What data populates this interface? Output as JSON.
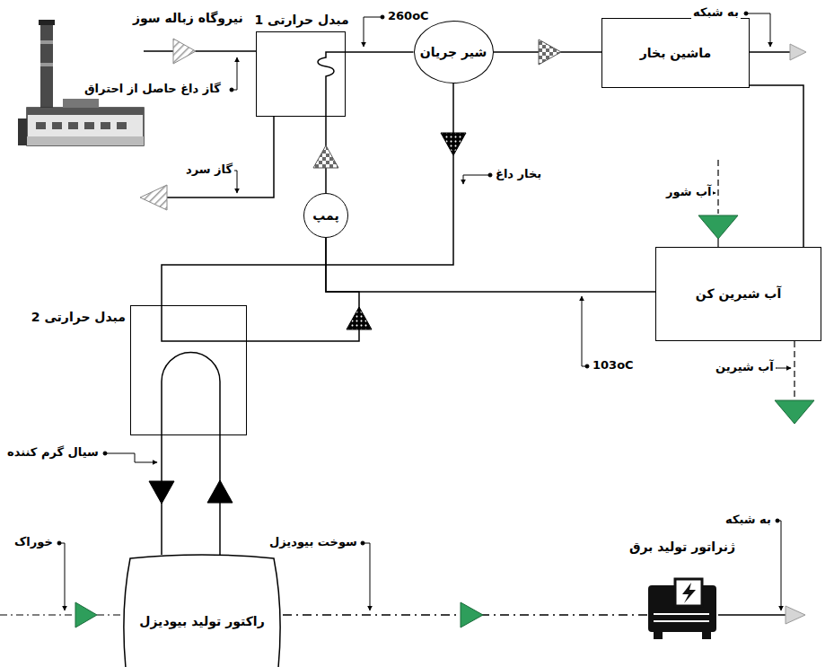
{
  "diagram": {
    "nodes": [
      {
        "text": [
          "نیروگاه زباله سوز"
        ]
      },
      {
        "text": [
          "مبدل حرارتی 1"
        ]
      },
      {
        "text": [
          "شیر جریان"
        ]
      },
      {
        "text": [
          "ماشین بخار"
        ]
      },
      {
        "text": [
          "پمپ"
        ]
      },
      {
        "text": [
          "آب شیرین کن"
        ]
      },
      {
        "text": [
          "مبدل حرارتی 2"
        ]
      },
      {
        "text": [
          "راکتور تولید بیودیزل"
        ]
      },
      {
        "text": [
          "ژنراتور تولید برق"
        ]
      }
    ],
    "edges": [
      {
        "from": 0,
        "to": 1,
        "arrow": "to"
      },
      {
        "from": 1,
        "to": 2,
        "label": "260oC",
        "arrow": "none"
      },
      {
        "from": 2,
        "to": 3,
        "arrow": "to"
      },
      {
        "from": 2,
        "to": 6,
        "label": "بخار داغ",
        "arrow": "to"
      },
      {
        "from": 3,
        "to": 5,
        "arrow": "none"
      },
      {
        "from": 5,
        "to": 4,
        "label": "103oC",
        "arrow": "none"
      },
      {
        "from": 6,
        "to": 4,
        "arrow": "to"
      },
      {
        "from": 4,
        "to": 1,
        "arrow": "to"
      },
      {
        "from": 6,
        "to": 7,
        "label": "سیال گرم کننده",
        "arrow": "to"
      },
      {
        "from": 7,
        "to": 6,
        "arrow": "to"
      },
      {
        "from": 7,
        "to": 8,
        "label": "سوخت بیودیزل",
        "arrow": "to"
      }
    ],
    "labels": [
      "گاز داغ حاصل از احتراق",
      "گاز سرد",
      "به شبکه",
      "آب شور",
      "آب شیرین",
      "خوراک",
      "به شبکه"
    ]
  }
}
